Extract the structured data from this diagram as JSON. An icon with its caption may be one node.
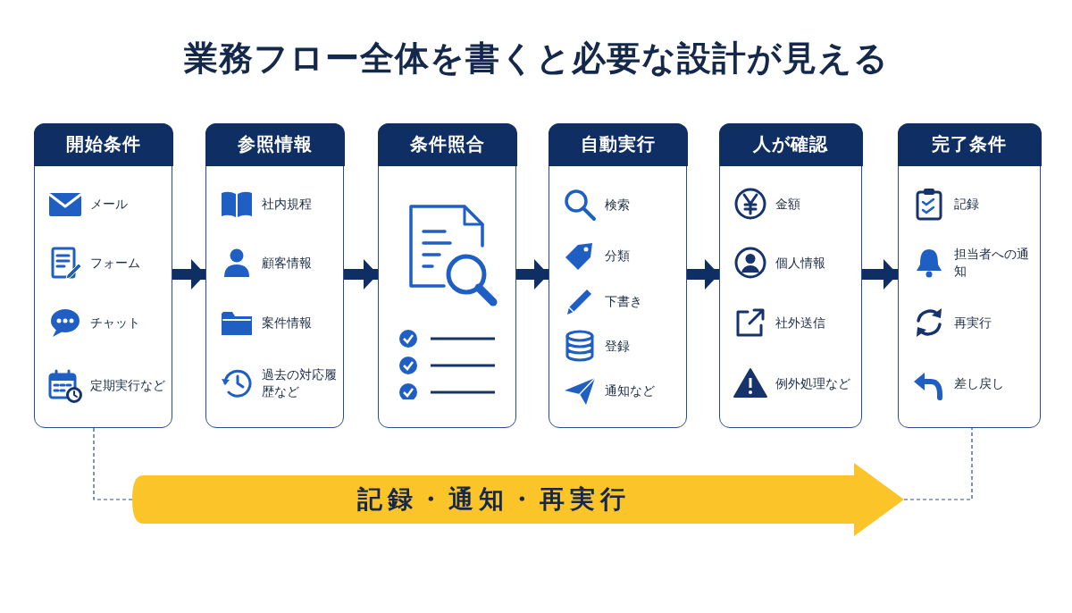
{
  "diagram": {
    "title": "業務フロー全体を書くと必要な設計が見える",
    "nodes": [
      {
        "text": [
          "開始条件"
        ]
      },
      {
        "text": [
          "メール"
        ],
        "in": 0
      },
      {
        "text": [
          "フォーム"
        ],
        "in": 0
      },
      {
        "text": [
          "チャット"
        ],
        "in": 0
      },
      {
        "text": [
          "定期実行など"
        ],
        "in": 0
      },
      {
        "text": [
          "参照情報"
        ]
      },
      {
        "text": [
          "社内規程"
        ],
        "in": 5
      },
      {
        "text": [
          "顧客情報"
        ],
        "in": 5
      },
      {
        "text": [
          "案件情報"
        ],
        "in": 5
      },
      {
        "text": [
          "過去の対応履歴など"
        ],
        "in": 5
      },
      {
        "text": [
          "条件照合"
        ]
      },
      {
        "text": [
          "自動実行"
        ]
      },
      {
        "text": [
          "検索"
        ],
        "in": 11
      },
      {
        "text": [
          "分類"
        ],
        "in": 11
      },
      {
        "text": [
          "下書き"
        ],
        "in": 11
      },
      {
        "text": [
          "登録"
        ],
        "in": 11
      },
      {
        "text": [
          "通知など"
        ],
        "in": 11
      },
      {
        "text": [
          "人が確認"
        ]
      },
      {
        "text": [
          "金額"
        ],
        "in": 17
      },
      {
        "text": [
          "個人情報"
        ],
        "in": 17
      },
      {
        "text": [
          "社外送信"
        ],
        "in": 17
      },
      {
        "text": [
          "例外処理など"
        ],
        "in": 17
      },
      {
        "text": [
          "完了条件"
        ]
      },
      {
        "text": [
          "記録"
        ],
        "in": 22
      },
      {
        "text": [
          "担当者への通知"
        ],
        "in": 22
      },
      {
        "text": [
          "再実行"
        ],
        "in": 22
      },
      {
        "text": [
          "差し戻し"
        ],
        "in": 22
      },
      {
        "text": [
          "記録・通知・再実行"
        ]
      }
    ],
    "edges": [
      {
        "from": 0,
        "to": 5,
        "arrow": "to"
      },
      {
        "from": 5,
        "to": 10,
        "arrow": "to"
      },
      {
        "from": 10,
        "to": 11,
        "arrow": "to"
      },
      {
        "from": 11,
        "to": 17,
        "arrow": "to"
      },
      {
        "from": 17,
        "to": 22,
        "arrow": "to"
      },
      {
        "from": 0,
        "to": 27,
        "arrow": "none",
        "style": "dashed"
      },
      {
        "from": 27,
        "to": 22,
        "arrow": "none",
        "style": "dashed"
      }
    ]
  }
}
